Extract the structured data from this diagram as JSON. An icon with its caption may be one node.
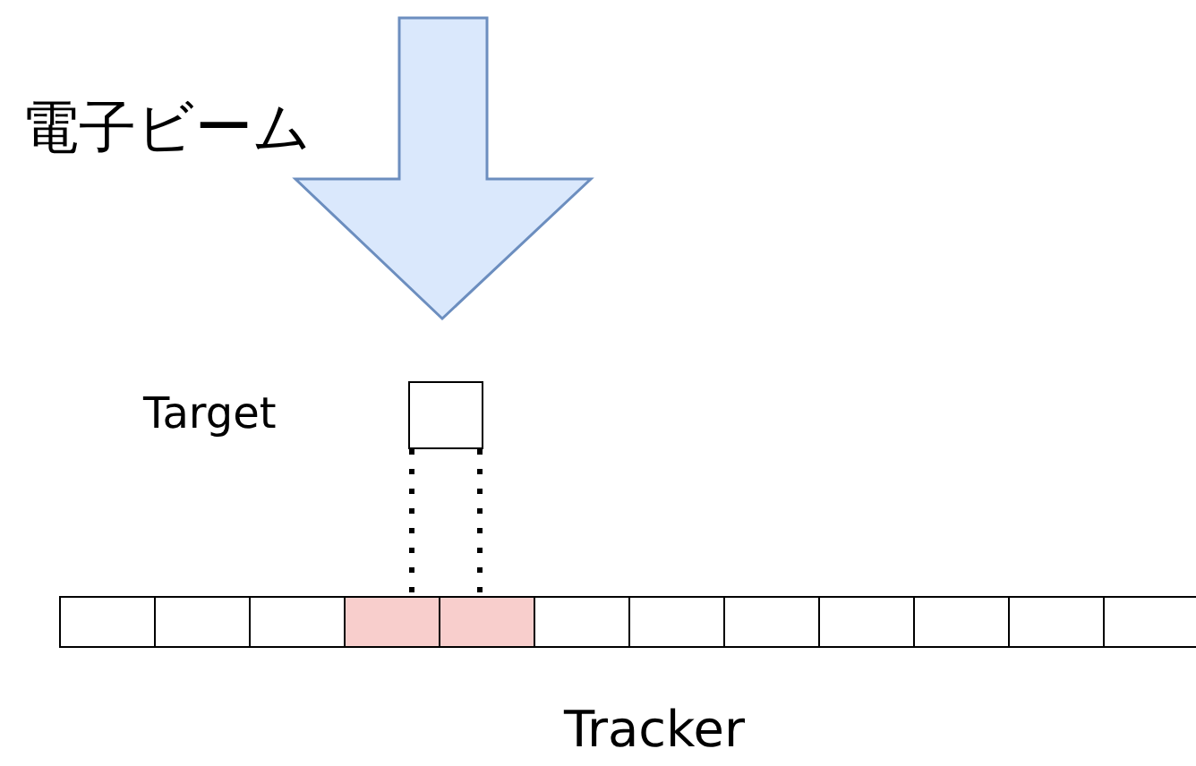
{
  "diagram": {
    "nodes": [
      {
        "text": [
          "Target"
        ]
      },
      {
        "text": [
          "Tracker"
        ]
      },
      {
        "text": [],
        "shape": "box",
        "in": 1
      },
      {
        "text": [],
        "shape": "box",
        "in": 1
      },
      {
        "text": [],
        "shape": "box",
        "in": 1
      },
      {
        "text": [],
        "shape": "box",
        "in": 1
      },
      {
        "text": [],
        "shape": "box",
        "in": 1
      },
      {
        "text": [],
        "shape": "box",
        "in": 1
      },
      {
        "text": [],
        "shape": "box",
        "in": 1
      },
      {
        "text": [],
        "shape": "box",
        "in": 1
      },
      {
        "text": [],
        "shape": "box",
        "in": 1
      },
      {
        "text": [],
        "shape": "box",
        "in": 1
      },
      {
        "text": [],
        "shape": "box",
        "in": 1
      },
      {
        "text": [],
        "shape": "box",
        "in": 1
      }
    ],
    "edges": [
      {
        "from": 0,
        "to": 5,
        "arrow": "none",
        "style": "dashed"
      },
      {
        "from": 0,
        "to": 6,
        "arrow": "none",
        "style": "dashed"
      }
    ],
    "labels": [
      "電子ビーム"
    ]
  }
}
